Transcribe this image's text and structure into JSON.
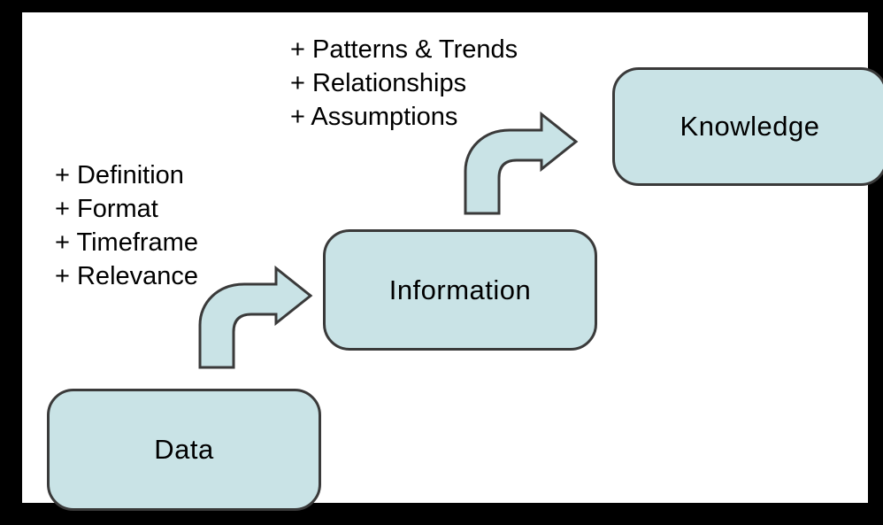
{
  "diagram": {
    "name": "data-information-knowledge-flow"
  },
  "colors": {
    "frame": "#000000",
    "canvas": "#ffffff",
    "box_fill": "#c9e3e6",
    "box_border": "#3a3a3a",
    "text": "#000000"
  },
  "nodes": [
    {
      "id": "data",
      "label": "Data"
    },
    {
      "id": "information",
      "label": "Information"
    },
    {
      "id": "knowledge",
      "label": "Knowledge"
    }
  ],
  "annotations": {
    "data_to_information": {
      "items": [
        "+ Definition",
        "+ Format",
        "+ Timeframe",
        "+ Relevance"
      ]
    },
    "information_to_knowledge": {
      "items": [
        "+ Patterns & Trends",
        "+ Relationships",
        "+ Assumptions"
      ]
    }
  },
  "arrows": [
    {
      "id": "data-to-information",
      "type": "curved-bent-arrow",
      "direction": "up-right"
    },
    {
      "id": "information-to-knowledge",
      "type": "curved-bent-arrow",
      "direction": "up-right"
    }
  ]
}
